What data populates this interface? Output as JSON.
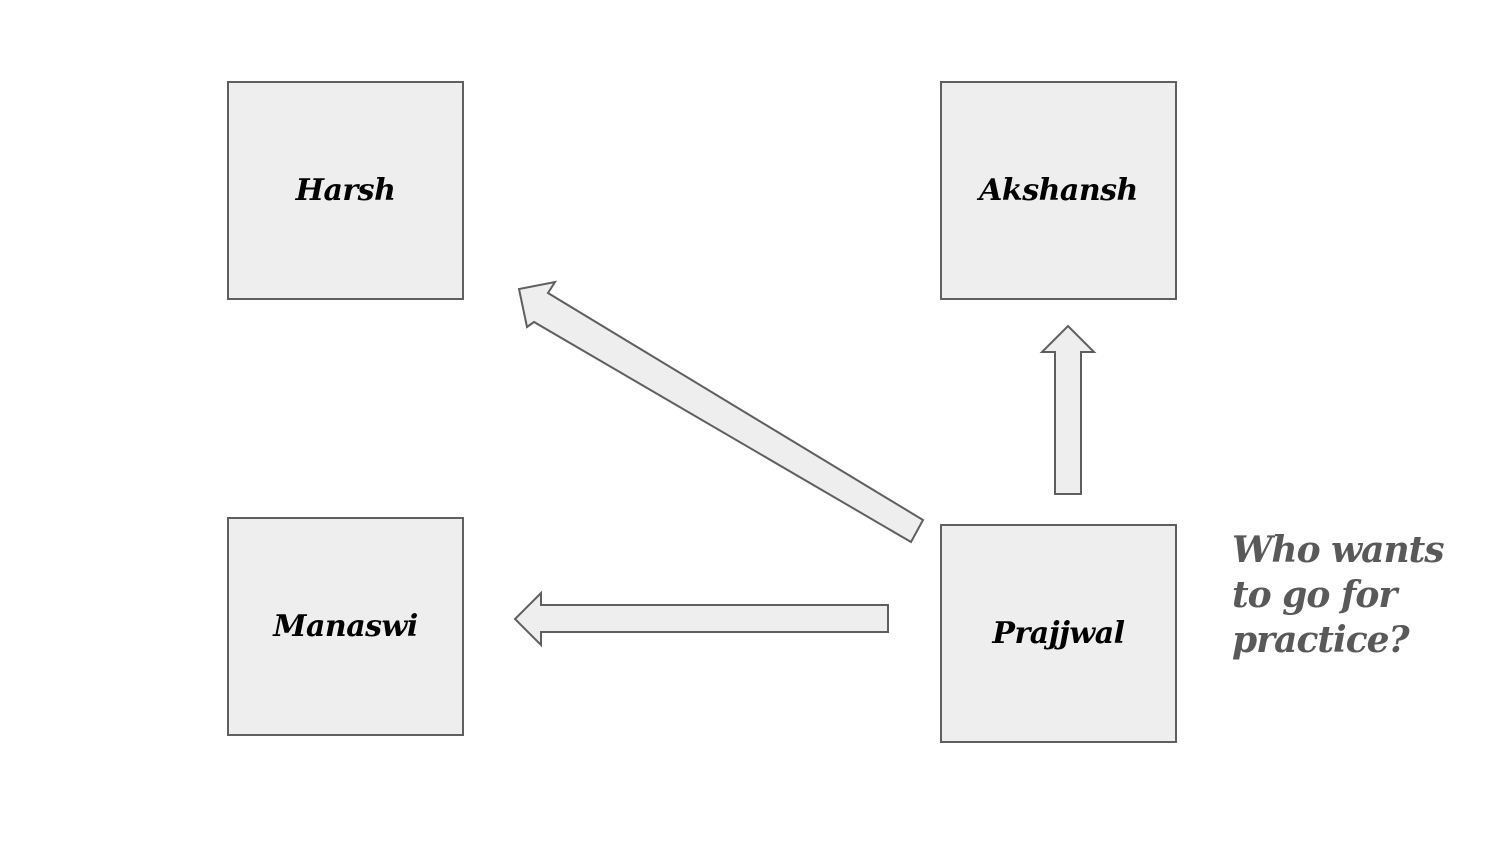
{
  "nodes": {
    "harsh": "Harsh",
    "akshansh": "Akshansh",
    "manaswi": "Manaswi",
    "prajjwal": "Prajjwal"
  },
  "question": {
    "lines": [
      "Who wants",
      "to go for",
      "practice?"
    ]
  },
  "colors": {
    "box_fill": "#eeeeee",
    "box_border": "#5f5f5f",
    "label_text": "#000000",
    "question_text": "#595959"
  },
  "edges": [
    {
      "from": "prajjwal",
      "to": "harsh"
    },
    {
      "from": "prajjwal",
      "to": "akshansh"
    },
    {
      "from": "prajjwal",
      "to": "manaswi"
    }
  ]
}
